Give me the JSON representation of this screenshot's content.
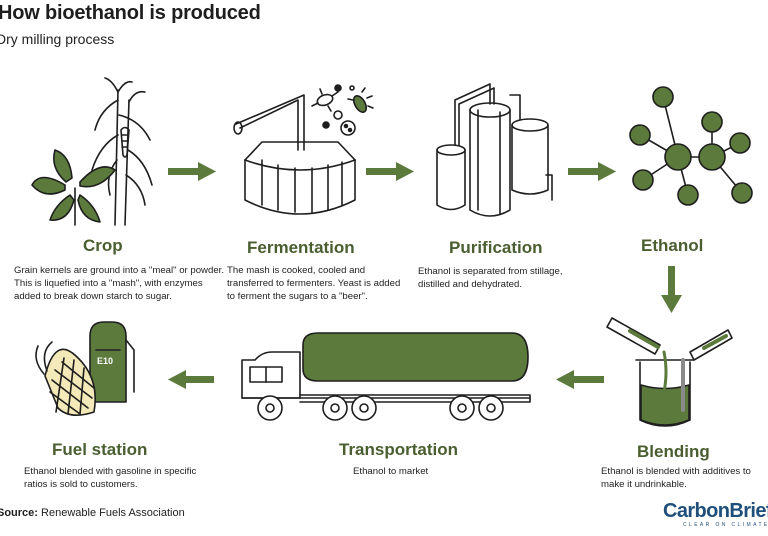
{
  "title": "How bioethanol is produced",
  "subtitle": "Dry milling process",
  "stages": [
    {
      "name": "Crop",
      "description": "Grain kernels are ground into a \"meal\" or powder. This is liquefied into a \"mash\", with enzymes added to break down starch to sugar."
    },
    {
      "name": "Fermentation",
      "description": "The mash is cooked, cooled and transferred to fermenters. Yeast is added to ferment the sugars to a \"beer\"."
    },
    {
      "name": "Purification",
      "description": "Ethanol is separated from stillage, distilled and dehydrated."
    },
    {
      "name": "Ethanol",
      "description": ""
    },
    {
      "name": "Blending",
      "description": "Ethanol is blended with additives to make it undrinkable."
    },
    {
      "name": "Transportation",
      "description": "Ethanol to market"
    },
    {
      "name": "Fuel station",
      "description": "Ethanol blended with gasoline in specific ratios is sold to customers."
    }
  ],
  "pump_label": "E10",
  "source": {
    "prefix": "Source:",
    "text": "Renewable Fuels Association"
  },
  "logo": {
    "name": "CarbonBrief",
    "tagline": "CLEAR ON CLIMATE"
  },
  "colors": {
    "accent": "#5b7a3c",
    "title_green": "#4a5e30",
    "logo_blue": "#1f4f7a"
  }
}
